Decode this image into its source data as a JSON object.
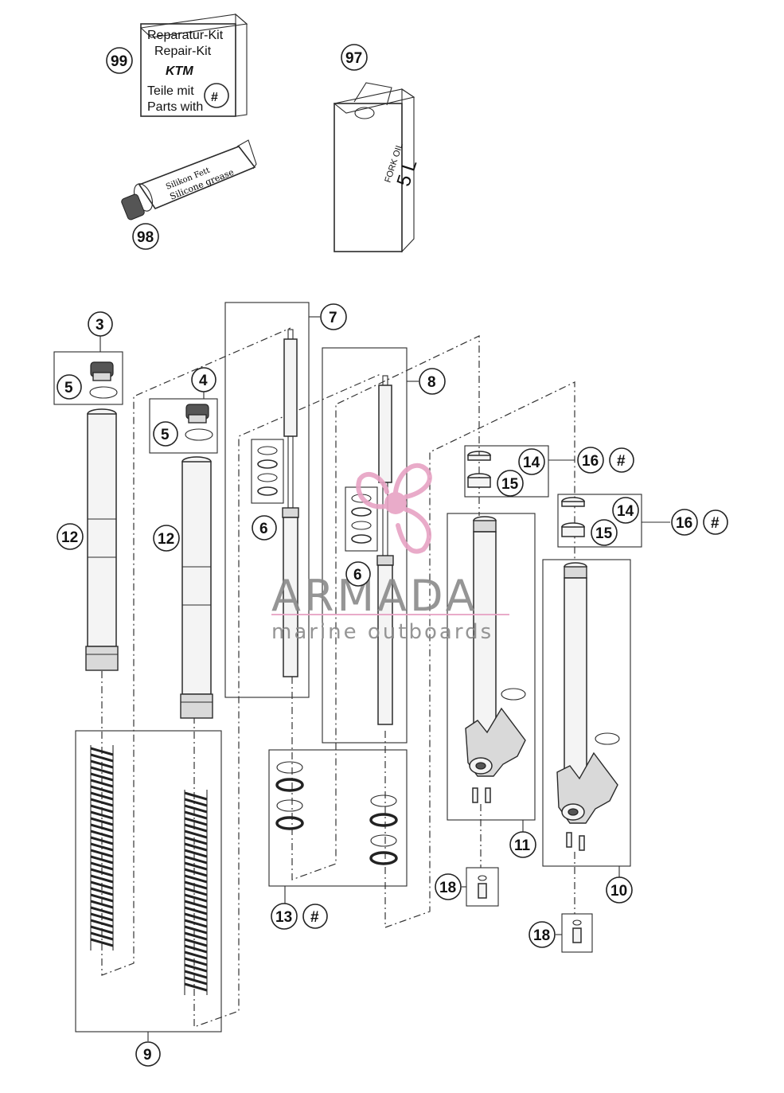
{
  "kit_box": {
    "line1": "Reparatur-Kit",
    "line2": "Repair-Kit",
    "brand": "KTM",
    "line3": "Teile mit",
    "line4": "Parts with",
    "symbol": "#"
  },
  "oil_can": {
    "label1": "FORK OIL",
    "label2": "5 L"
  },
  "grease_tube": {
    "label1": "Silikon Fett",
    "label2": "Silicone grease"
  },
  "callouts": {
    "c99": "99",
    "c97": "97",
    "c98": "98",
    "c3": "3",
    "c4": "4",
    "c5a": "5",
    "c5b": "5",
    "c7": "7",
    "c8": "8",
    "c6a": "6",
    "c6b": "6",
    "c12a": "12",
    "c12b": "12",
    "c14a": "14",
    "c15a": "15",
    "c16a": "16",
    "c16a_hash": "#",
    "c14b": "14",
    "c15b": "15",
    "c16b": "16",
    "c16b_hash": "#",
    "c11": "11",
    "c10": "10",
    "c13": "13",
    "c13_hash": "#",
    "c18a": "18",
    "c18b": "18",
    "c9": "9"
  },
  "watermark": {
    "title": "ARMADA",
    "subtitle": "marine outboards",
    "accent_color": "#e7a3c4",
    "text_color": "#8a8a8a"
  }
}
